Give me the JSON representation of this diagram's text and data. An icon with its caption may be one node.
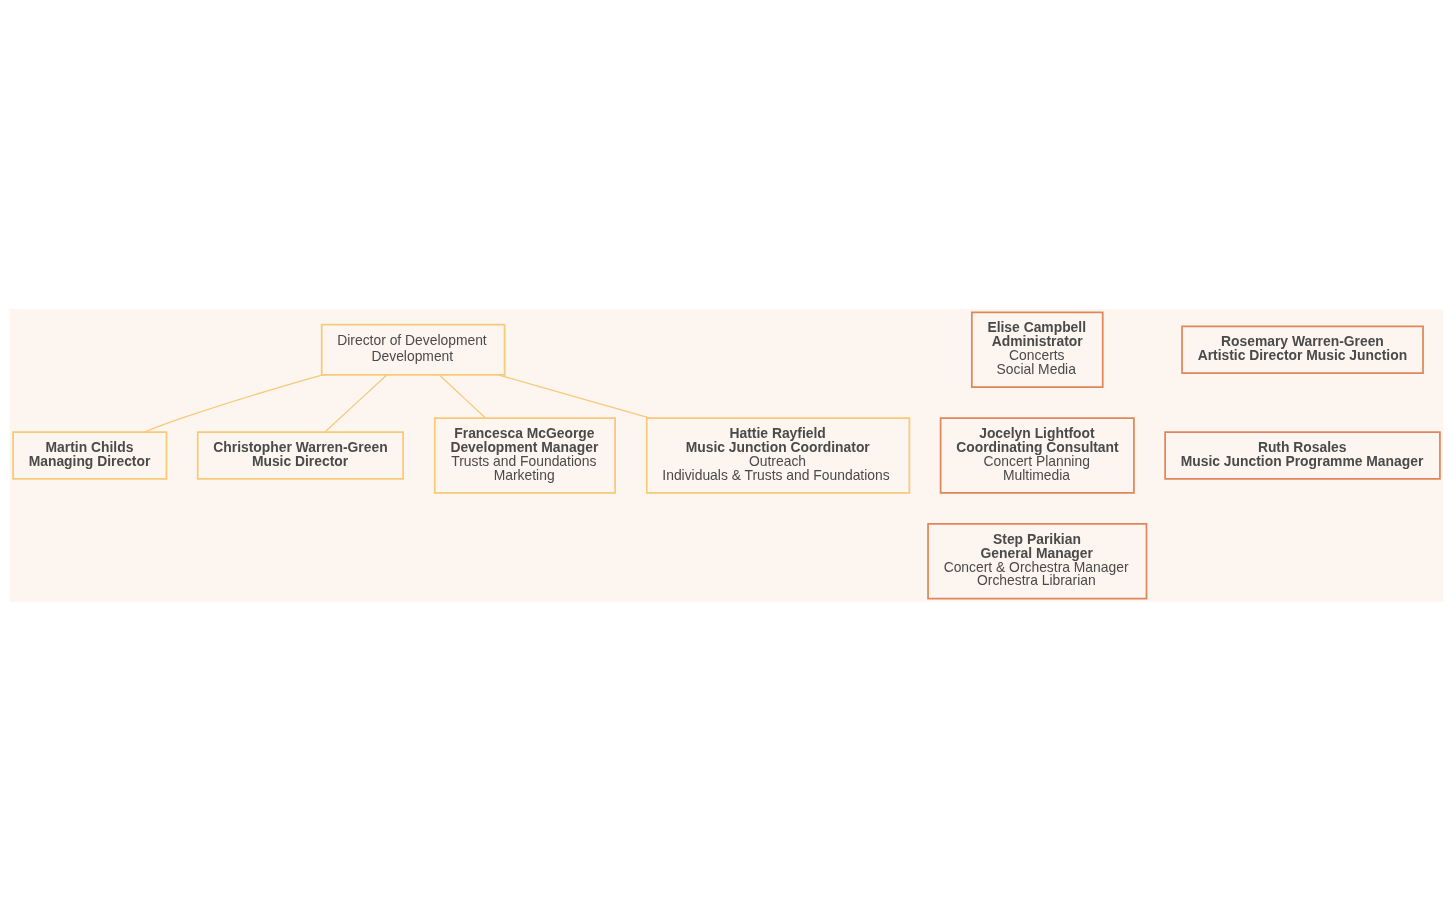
{
  "diagram": {
    "nodes": [
      {
        "text": [
          "Martin Childs",
          "Managing Director"
        ]
      },
      {
        "text": [
          "Christopher Warren-Green",
          "Music Director"
        ]
      },
      {
        "text": [
          "Elise Campbell",
          "Administrator",
          "Concerts",
          "Social Media"
        ]
      },
      {
        "text": [
          "Jocelyn Lightfoot",
          "Coordinating Consultant",
          "Concert Planning",
          "Multimedia"
        ]
      },
      {
        "text": [
          "Rosemary Warren-Green",
          "Artistic Director Music Junction"
        ]
      },
      {
        "text": [
          "Director of Development",
          "Development"
        ]
      },
      {
        "text": [
          "Step Parikian",
          "General Manager",
          "Concert & Orchestra Manager",
          "Orchestra Librarian"
        ]
      },
      {
        "text": [
          "Ruth Rosales",
          "Music Junction Programme Manager"
        ]
      },
      {
        "text": [
          "Francesca McGeorge",
          "Development Manager",
          "Trusts and Foundations",
          "Marketing"
        ]
      },
      {
        "text": [
          "Hattie Rayfield",
          "Music Junction Coordinator",
          "Outreach",
          "Individuals & Trusts and Foundations"
        ]
      }
    ],
    "edges": [
      {
        "from": 5,
        "to": 0,
        "arrow": "none"
      },
      {
        "from": 5,
        "to": 1,
        "arrow": "none"
      },
      {
        "from": 5,
        "to": 8,
        "arrow": "none"
      },
      {
        "from": 5,
        "to": 9,
        "arrow": "none"
      }
    ]
  }
}
